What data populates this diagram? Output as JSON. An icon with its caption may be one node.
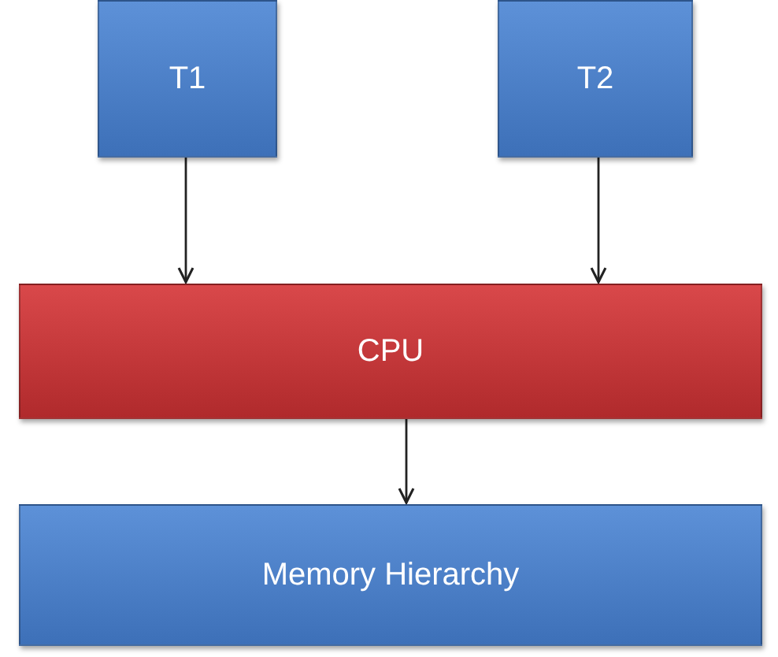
{
  "diagram": {
    "nodes": [
      {
        "text": [
          "T1"
        ]
      },
      {
        "text": [
          "T2"
        ]
      },
      {
        "text": [
          "CPU"
        ]
      },
      {
        "text": [
          "Memory Hierarchy"
        ]
      }
    ],
    "edges": [
      {
        "from": 0,
        "to": 2,
        "arrow": "to"
      },
      {
        "from": 1,
        "to": 2,
        "arrow": "to"
      },
      {
        "from": 2,
        "to": 3,
        "arrow": "to"
      }
    ]
  }
}
